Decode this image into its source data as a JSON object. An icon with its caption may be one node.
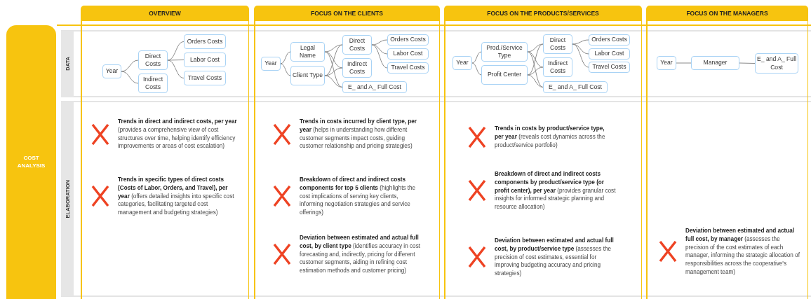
{
  "diagram": {
    "nodes": [
      {
        "text": [
          "OVERVIEW"
        ]
      },
      {
        "text": [
          "FOCUS ON THE CLIENTS"
        ]
      },
      {
        "text": [
          "FOCUS ON THE PRODUCTS/SERVICES"
        ]
      },
      {
        "text": [
          "FOCUS ON THE MANAGERS"
        ]
      },
      {
        "text": [
          "COST ANALYSIS"
        ]
      },
      {
        "text": [
          "DATA"
        ]
      },
      {
        "text": [
          "ELABORATION"
        ]
      },
      {
        "text": [
          "Year"
        ]
      },
      {
        "text": [
          "Direct Costs"
        ]
      },
      {
        "text": [
          "Indirect Costs"
        ]
      },
      {
        "text": [
          "Orders Costs"
        ]
      },
      {
        "text": [
          "Labor Cost"
        ]
      },
      {
        "text": [
          "Travel Costs"
        ]
      },
      {
        "text": [
          "Year"
        ]
      },
      {
        "text": [
          "Legal Name"
        ]
      },
      {
        "text": [
          "Client Type"
        ]
      },
      {
        "text": [
          "Direct Costs"
        ]
      },
      {
        "text": [
          "Indirect Costs"
        ]
      },
      {
        "text": [
          "E_ and A_ Full Cost"
        ]
      },
      {
        "text": [
          "Orders Costs"
        ]
      },
      {
        "text": [
          "Labor Cost"
        ]
      },
      {
        "text": [
          "Travel Costs"
        ]
      },
      {
        "text": [
          "Year"
        ]
      },
      {
        "text": [
          "Prod./Service Type"
        ]
      },
      {
        "text": [
          "Profit Center"
        ]
      },
      {
        "text": [
          "Direct Costs"
        ]
      },
      {
        "text": [
          "Indirect Costs"
        ]
      },
      {
        "text": [
          "E_ and A_ Full Cost"
        ]
      },
      {
        "text": [
          "Orders Costs"
        ]
      },
      {
        "text": [
          "Labor Cost"
        ]
      },
      {
        "text": [
          "Travel Costs"
        ]
      },
      {
        "text": [
          "Year"
        ]
      },
      {
        "text": [
          "Manager"
        ]
      },
      {
        "text": [
          "E_ and A_ Full Cost"
        ]
      }
    ],
    "edges": [
      {
        "from": 7,
        "to": 8,
        "arrow": "none"
      },
      {
        "from": 7,
        "to": 9,
        "arrow": "none"
      },
      {
        "from": 8,
        "to": 10,
        "arrow": "none"
      },
      {
        "from": 8,
        "to": 11,
        "arrow": "none"
      },
      {
        "from": 8,
        "to": 12,
        "arrow": "none"
      },
      {
        "from": 13,
        "to": 14,
        "arrow": "none"
      },
      {
        "from": 13,
        "to": 15,
        "arrow": "none"
      },
      {
        "from": 14,
        "to": 16,
        "arrow": "none"
      },
      {
        "from": 14,
        "to": 17,
        "arrow": "none"
      },
      {
        "from": 14,
        "to": 18,
        "arrow": "none"
      },
      {
        "from": 15,
        "to": 16,
        "arrow": "none"
      },
      {
        "from": 15,
        "to": 17,
        "arrow": "none"
      },
      {
        "from": 15,
        "to": 18,
        "arrow": "none"
      },
      {
        "from": 16,
        "to": 19,
        "arrow": "none"
      },
      {
        "from": 16,
        "to": 20,
        "arrow": "none"
      },
      {
        "from": 16,
        "to": 21,
        "arrow": "none"
      },
      {
        "from": 22,
        "to": 23,
        "arrow": "none"
      },
      {
        "from": 22,
        "to": 24,
        "arrow": "none"
      },
      {
        "from": 23,
        "to": 25,
        "arrow": "none"
      },
      {
        "from": 23,
        "to": 26,
        "arrow": "none"
      },
      {
        "from": 23,
        "to": 27,
        "arrow": "none"
      },
      {
        "from": 24,
        "to": 25,
        "arrow": "none"
      },
      {
        "from": 24,
        "to": 26,
        "arrow": "none"
      },
      {
        "from": 24,
        "to": 27,
        "arrow": "none"
      },
      {
        "from": 25,
        "to": 28,
        "arrow": "none"
      },
      {
        "from": 25,
        "to": 29,
        "arrow": "none"
      },
      {
        "from": 25,
        "to": 30,
        "arrow": "none"
      },
      {
        "from": 31,
        "to": 32,
        "arrow": "none"
      },
      {
        "from": 32,
        "to": 33,
        "arrow": "none"
      }
    ],
    "labels": [
      "**Trends in direct and indirect costs, per year** (provides a comprehensive view of cost structures over time, helping identify efficiency improvements or areas of cost escalation)",
      "**Trends in specific types of direct costs (Costs of Labor, Orders, and Travel), per year** (offers detailed insights into specific cost categories, facilitating targeted cost management and budgeting strategies)",
      "**Trends in costs incurred by client type, per year** (helps in understanding how different customer segments impact costs, guiding customer relationship and pricing strategies)",
      "**Breakdown of direct and indirect costs components for top 5 clients** (highlights the cost implications of serving key clients, informing negotiation strategies and service offerings)",
      "**Deviation between estimated and actual full cost, by client type** (identifies accuracy in cost forecasting and, indirectly, pricing for different customer segments, aiding in refining cost estimation methods and customer pricing)",
      "**Trends in costs by product/service type, per year** (reveals cost dynamics across the product/service portfolio)",
      "**Breakdown of direct and indirect costs components by product/service type (or profit center), per year** (provides granular cost insights for informed strategic planning and resource allocation)",
      "**Deviation between estimated and actual full cost, by product/service type** (assesses the precision of cost estimates, essential for improving budgeting accuracy and pricing strategies)",
      "**Deviation between estimated and actual full cost, by manager** (assesses the precision of the cost estimates of each manager, informing the strategic allocation of responsibilities across the cooperative's management team)"
    ]
  }
}
